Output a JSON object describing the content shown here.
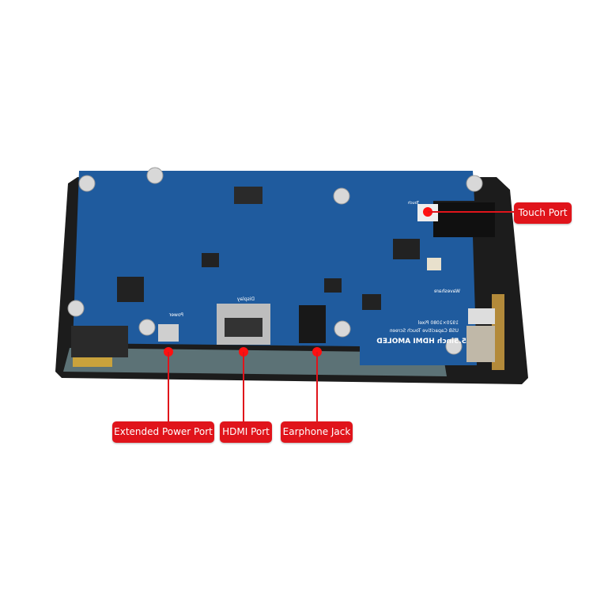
{
  "callouts": {
    "touch_port": "Touch Port",
    "extended_power_port": "Extended Power Port",
    "hdmi_port": "HDMI Port",
    "earphone_jack": "Earphone Jack"
  },
  "board_silkscreen": {
    "product": "5.5inch HDMI AMOLED",
    "touch": "USB Capacitive Touch Screen",
    "resolution": "1920×1080 Pixel",
    "brand": "Waveshare",
    "power": "Power",
    "display": "Display",
    "touch_label": "Touch"
  },
  "colors": {
    "callout": "#e0141b",
    "pcb": "#1f5b9e",
    "panel": "#1a1a1a"
  }
}
